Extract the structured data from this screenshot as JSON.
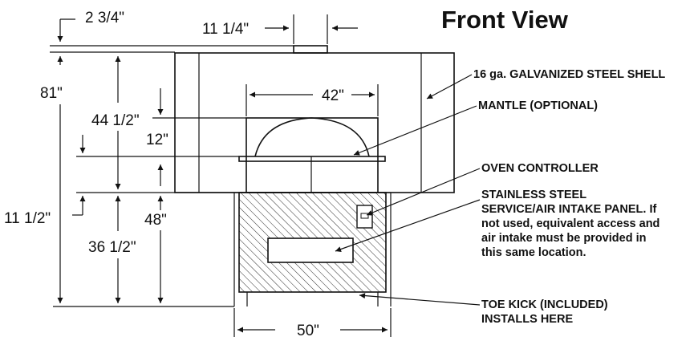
{
  "title": "Front View",
  "dimensions": {
    "d_2_3_4": "2 3/4\"",
    "d_11_1_4": "11 1/4\"",
    "d_81": "81\"",
    "d_42": "42\"",
    "d_44_1_2": "44 1/2\"",
    "d_12": "12\"",
    "d_11_1_2": "11 1/2\"",
    "d_48": "48\"",
    "d_36_1_2": "36 1/2\"",
    "d_50": "50\""
  },
  "callouts": {
    "shell": "16 ga. GALVANIZED STEEL SHELL",
    "mantle": "MANTLE (OPTIONAL)",
    "controller": "OVEN CONTROLLER",
    "panel": [
      "STAINLESS STEEL",
      "SERVICE/AIR INTAKE PANEL. If",
      "not used, equivalent access and",
      "air intake must be provided in",
      "this same location."
    ],
    "toe_kick": [
      "TOE KICK (INCLUDED)",
      "INSTALLS HERE"
    ]
  }
}
